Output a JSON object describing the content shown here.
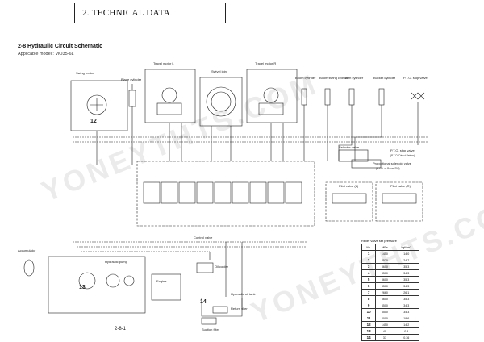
{
  "header": {
    "title": "2. TECHNICAL DATA"
  },
  "section": {
    "title": "2-8  Hydraulic Circuit Schematic",
    "applicable": "Applicable model : ViO35-6L"
  },
  "labels": {
    "swing_motor": "Swing motor",
    "travel_motor_l": "Travel motor L",
    "swivel_joint": "Swivel joint",
    "travel_motor_r": "Travel motor R",
    "blade_cylinder": "Blade cylinder",
    "boom_cylinder": "Boom cylinder",
    "boom_swing_cylinder": "Boom swing cylinder",
    "arm_cylinder": "Arm cylinder",
    "bucket_cylinder": "Bucket cylinder",
    "pto_stop_valve": "P.T.O. stop valve",
    "selector_valve": "Selector valve",
    "pto_stop_valve_2": "P.T.O. stop valve",
    "pto_direct_return": "(P.T.O. Direct Return)",
    "proportional_solenoid_valve": "Proportional solenoid valve",
    "pto_or_boom_sw": "(P.T.O. or Boom SW)",
    "pilot_valve_l": "Pilot valve (L)",
    "pilot_valve_r": "Pilot valve (R)",
    "control_valve": "Control valve",
    "accumulator": "Accumulator",
    "hydraulic_pump": "Hydraulic pump",
    "engine": "Engine",
    "oil_cooler": "Oil cooler",
    "hydraulic_oil_tank": "Hydraulic oil tank",
    "return_filter": "Return filter",
    "suction_filter": "Suction filter",
    "num_12": "12",
    "num_13": "13",
    "num_14": "14"
  },
  "relief_table": {
    "caption": "Relief valve set pressure",
    "headers": [
      "No.",
      "MPa",
      "kgf/cm2"
    ],
    "rows": [
      [
        "1",
        "1450",
        "14.0"
      ],
      [
        "2",
        "2520",
        "24.7"
      ],
      [
        "3",
        "3600",
        "35.3"
      ],
      [
        "4",
        "3500",
        "34.3"
      ],
      [
        "5",
        "3600",
        "35.3"
      ],
      [
        "6",
        "3500",
        "34.3"
      ],
      [
        "7",
        "2660",
        "26.1"
      ],
      [
        "8",
        "3600",
        "35.3"
      ],
      [
        "9",
        "3500",
        "34.3"
      ],
      [
        "10",
        "3500",
        "34.3"
      ],
      [
        "11",
        "2000",
        "19.6"
      ],
      [
        "12",
        "1450",
        "14.2"
      ],
      [
        "13",
        "40",
        "0.4"
      ],
      [
        "14",
        "37",
        "0.36"
      ]
    ]
  },
  "footer": {
    "page": "2-8-1"
  },
  "watermark": "YONEYTHTS.COM"
}
